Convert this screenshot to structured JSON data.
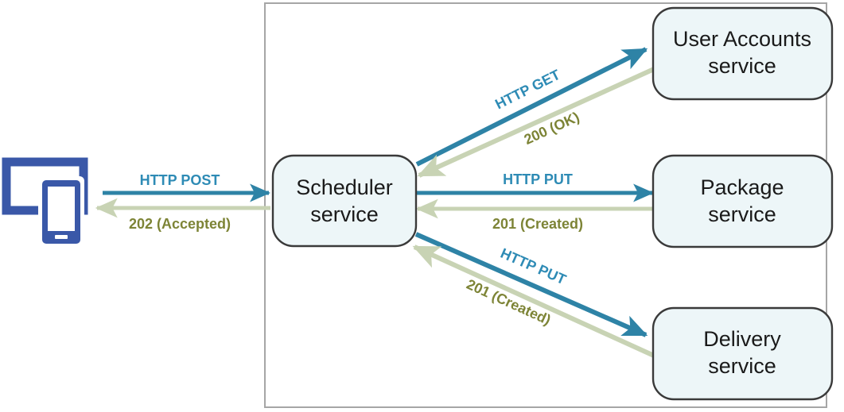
{
  "diagram": {
    "type": "service-interaction-sequence",
    "colors": {
      "request_line": "#2E83A6",
      "request_text": "#2E8BB5",
      "response_line": "#C8D3B4",
      "response_text": "#7D8436",
      "box_fill": "#EDF6F8",
      "box_stroke": "#3A3A3A",
      "container_stroke": "#A6A6A6",
      "client_icon": "#3A58A8"
    },
    "client": {
      "icon_name": "devices-icon",
      "description": "desktop monitor and mobile phone"
    },
    "boundary": {
      "name": "service-container"
    },
    "nodes": [
      {
        "id": "scheduler",
        "line1": "Scheduler",
        "line2": "service"
      },
      {
        "id": "user-accounts",
        "line1": "User Accounts",
        "line2": "service"
      },
      {
        "id": "package",
        "line1": "Package",
        "line2": "service"
      },
      {
        "id": "delivery",
        "line1": "Delivery",
        "line2": "service"
      }
    ],
    "edges": [
      {
        "id": "client-scheduler",
        "from": "client",
        "to": "scheduler",
        "request_label": "HTTP POST",
        "response_label": "202 (Accepted)"
      },
      {
        "id": "scheduler-user-accounts",
        "from": "scheduler",
        "to": "user-accounts",
        "request_label": "HTTP GET",
        "response_label": "200 (OK)"
      },
      {
        "id": "scheduler-package",
        "from": "scheduler",
        "to": "package",
        "request_label": "HTTP PUT",
        "response_label": "201 (Created)"
      },
      {
        "id": "scheduler-delivery",
        "from": "scheduler",
        "to": "delivery",
        "request_label": "HTTP PUT",
        "response_label": "201 (Created)"
      }
    ]
  }
}
